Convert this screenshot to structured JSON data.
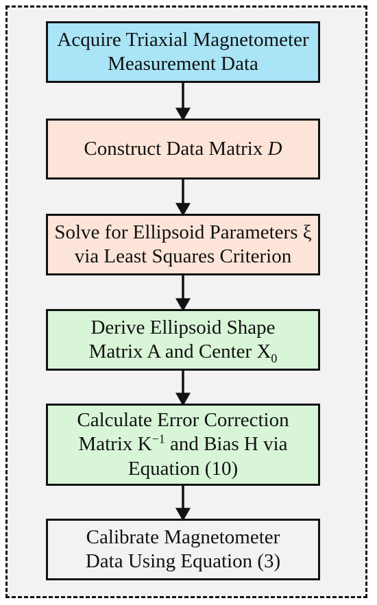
{
  "steps": [
    {
      "line1": "Acquire Triaxial Magnetometer",
      "line2": "Measurement Data",
      "fill": "#a9e4f7"
    },
    {
      "text": "Construct Data Matrix ",
      "var": "D",
      "fill": "#fde4d8"
    },
    {
      "line1": "Solve for Ellipsoid Parameters ξ",
      "line2": "via Least Squares Criterion",
      "fill": "#fde4d8"
    },
    {
      "line1": "Derive Ellipsoid Shape",
      "line2_pre": "Matrix A and Center X",
      "line2_sub": "0",
      "fill": "#d8f5d8"
    },
    {
      "line1": "Calculate Error Correction",
      "line2_pre": "Matrix K",
      "line2_sup": "−1",
      "line2_post": " and Bias H via",
      "line3": "Equation (10)",
      "fill": "#d8f5d8"
    },
    {
      "line1": "Calibrate Magnetometer",
      "line2": "Data Using Equation (3)",
      "fill": "#f2f2f2"
    }
  ]
}
